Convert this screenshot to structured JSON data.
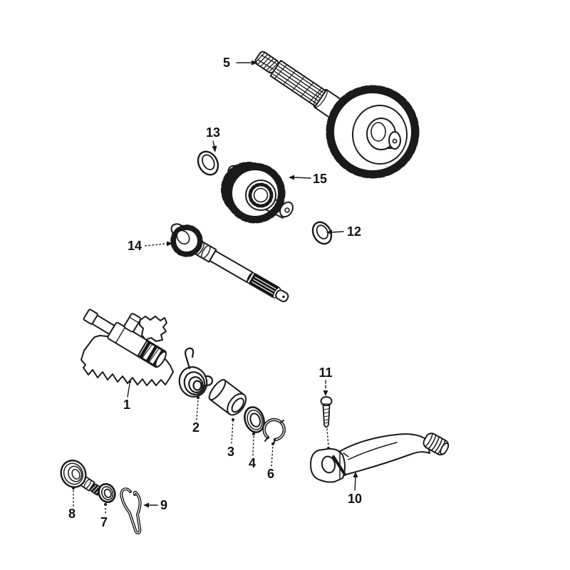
{
  "figure": {
    "colors": {
      "ink": "#1a1a1a",
      "background": "#ffffff"
    },
    "callouts": [
      {
        "id": "part-5",
        "label": "5"
      },
      {
        "id": "part-13",
        "label": "13"
      },
      {
        "id": "part-15",
        "label": "15"
      },
      {
        "id": "part-12",
        "label": "12"
      },
      {
        "id": "part-14",
        "label": "14"
      },
      {
        "id": "part-1",
        "label": "1"
      },
      {
        "id": "part-2",
        "label": "2"
      },
      {
        "id": "part-3",
        "label": "3"
      },
      {
        "id": "part-4",
        "label": "4"
      },
      {
        "id": "part-6",
        "label": "6"
      },
      {
        "id": "part-11",
        "label": "11"
      },
      {
        "id": "part-10",
        "label": "10"
      },
      {
        "id": "part-8",
        "label": "8"
      },
      {
        "id": "part-7",
        "label": "7"
      },
      {
        "id": "part-9",
        "label": "9"
      }
    ]
  }
}
